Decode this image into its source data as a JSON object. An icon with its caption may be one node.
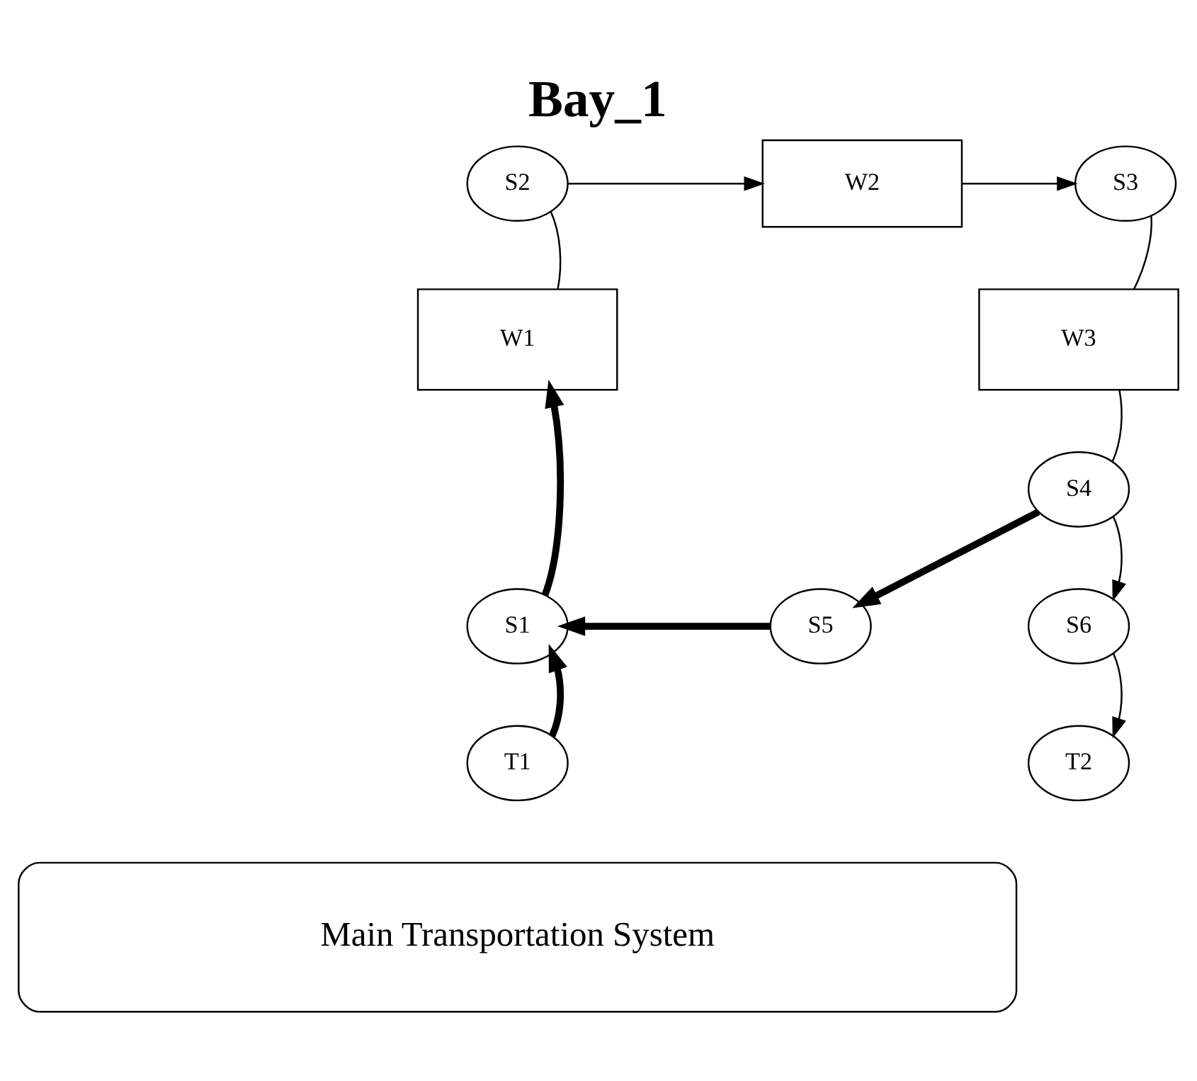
{
  "diagram": {
    "title": "Bay_1",
    "nodes": [
      {
        "text": [
          "S2"
        ]
      },
      {
        "text": [
          "W2"
        ]
      },
      {
        "text": [
          "S3"
        ]
      },
      {
        "text": [
          "W1"
        ]
      },
      {
        "text": [
          "W3"
        ]
      },
      {
        "text": [
          "S4"
        ]
      },
      {
        "text": [
          "S1"
        ]
      },
      {
        "text": [
          "S5"
        ]
      },
      {
        "text": [
          "S6"
        ]
      },
      {
        "text": [
          "T1"
        ]
      },
      {
        "text": [
          "T2"
        ]
      },
      {
        "text": [
          "Main Transportation System"
        ]
      }
    ],
    "edges": [
      {
        "from": 0,
        "to": 1,
        "arrow": "to"
      },
      {
        "from": 1,
        "to": 2,
        "arrow": "to"
      },
      {
        "from": 3,
        "to": 0,
        "arrow": "none"
      },
      {
        "from": 2,
        "to": 4,
        "arrow": "none"
      },
      {
        "from": 4,
        "to": 5,
        "arrow": "none"
      },
      {
        "from": 6,
        "to": 3,
        "arrow": "to",
        "style": "thick"
      },
      {
        "from": 5,
        "to": 7,
        "arrow": "to",
        "style": "thick"
      },
      {
        "from": 5,
        "to": 8,
        "arrow": "to"
      },
      {
        "from": 7,
        "to": 6,
        "arrow": "to",
        "style": "thick"
      },
      {
        "from": 8,
        "to": 10,
        "arrow": "to"
      },
      {
        "from": 9,
        "to": 6,
        "arrow": "to",
        "style": "thick"
      }
    ]
  }
}
